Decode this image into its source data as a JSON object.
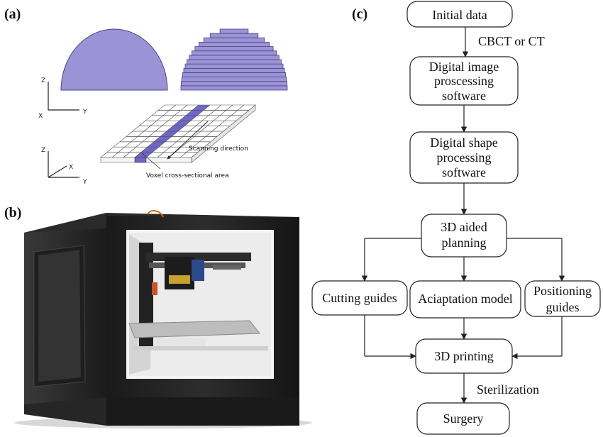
{
  "panels": {
    "a": {
      "letter": "(a)",
      "axes_top": {
        "z": "Z",
        "x": "X",
        "y": "Y"
      },
      "axes_bottom": {
        "z": "Z",
        "x": "X",
        "y": "Y"
      },
      "scanning_direction": "Scanning direction",
      "voxel_area": "Voxel cross-sectional area",
      "colors": {
        "fill": "#9b93d6",
        "stroke": "#4a4580",
        "bar": "#6e66c8"
      }
    },
    "b": {
      "letter": "(b)",
      "image": "3d-printer-photo"
    },
    "c": {
      "letter": "(c)",
      "nodes": {
        "initial": [
          "Initial data"
        ],
        "imgproc": [
          "Digital image",
          "proscessing",
          "software"
        ],
        "shapeproc": [
          "Digital shape",
          "processing",
          "software"
        ],
        "planning": [
          "3D  aided",
          "planning"
        ],
        "cutting": [
          "Cutting guides"
        ],
        "adaptation": [
          "Aciaptation model"
        ],
        "positioning": [
          "Positioning",
          "guides"
        ],
        "printing": [
          "3D printing"
        ],
        "surgery": [
          "Surgery"
        ]
      },
      "edge_labels": {
        "ct": "CBCT or CT",
        "sterilization": "Sterilization"
      }
    }
  }
}
